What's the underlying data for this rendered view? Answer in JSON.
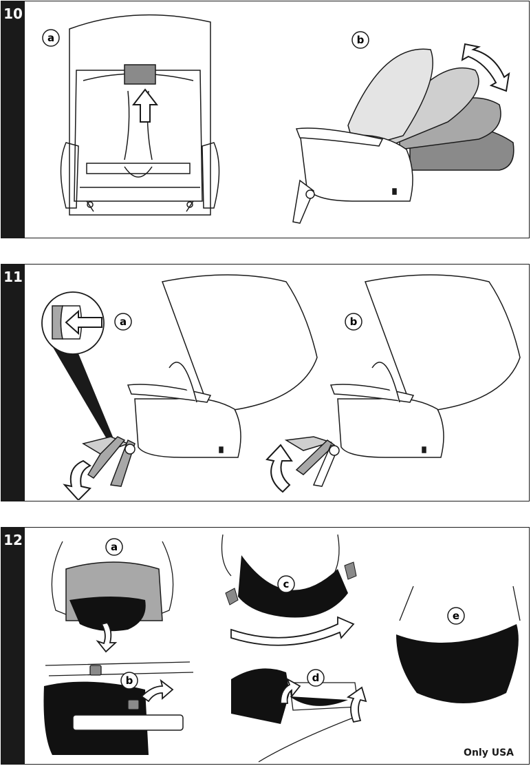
{
  "steps": [
    {
      "number": "10",
      "labels": [
        "a",
        "b"
      ]
    },
    {
      "number": "11",
      "labels": [
        "a",
        "b"
      ]
    },
    {
      "number": "12",
      "labels": [
        "a",
        "b",
        "c",
        "d",
        "e"
      ],
      "note": "Only USA"
    }
  ],
  "colors": {
    "ink": "#1a1a1a",
    "light_gray": "#cfcfcf",
    "mid_gray": "#a8a8a8",
    "dark_gray": "#8a8a8a",
    "black_fill": "#111111"
  },
  "icons": [
    "up-arrow-icon",
    "rotate-arrow-icon",
    "curved-arrow-icon",
    "push-left-arrow-icon"
  ]
}
